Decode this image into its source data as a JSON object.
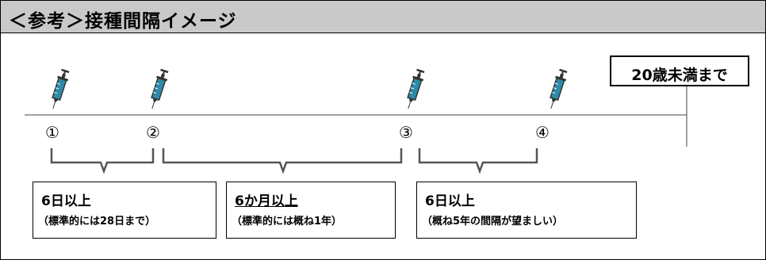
{
  "header": {
    "title": "＜参考＞接種間隔イメージ"
  },
  "limit": {
    "label": "20歳未満まで"
  },
  "doses": [
    {
      "marker": "①"
    },
    {
      "marker": "②"
    },
    {
      "marker": "③"
    },
    {
      "marker": "④"
    }
  ],
  "intervals": [
    {
      "title": "6日以上",
      "note": "（標準的には28日まで）"
    },
    {
      "title": "6か月以上",
      "note": "（標準的には概ね1年）"
    },
    {
      "title": "6日以上",
      "note": "（概ね5年の間隔が望ましい）"
    }
  ],
  "colors": {
    "header_bg": "#c9c9c9",
    "syringe": "#2e8aa8",
    "brace": "#555555"
  },
  "icons": {
    "syringe": "syringe-icon"
  }
}
